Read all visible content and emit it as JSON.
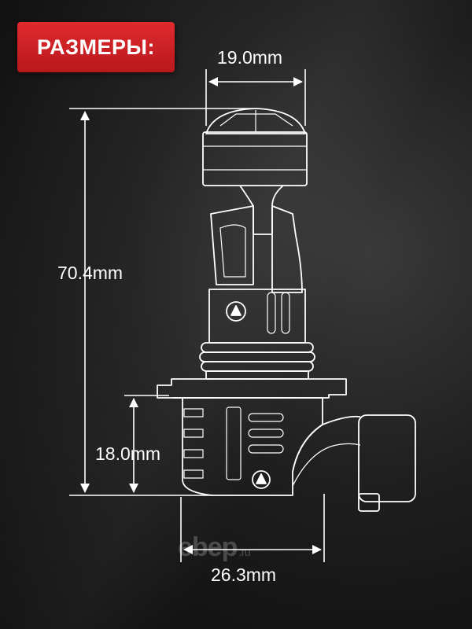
{
  "badge": {
    "label": "РАЗМЕРЫ:"
  },
  "dimensions": {
    "head_width": "19.0mm",
    "total_height": "70.4mm",
    "base_height": "18.0mm",
    "base_width": "26.3mm"
  },
  "watermark": {
    "name": "ebep",
    "tld": ".ru"
  },
  "colors": {
    "badge": "#c81e22",
    "line": "#ffffff",
    "background": "#1a1a1a"
  }
}
